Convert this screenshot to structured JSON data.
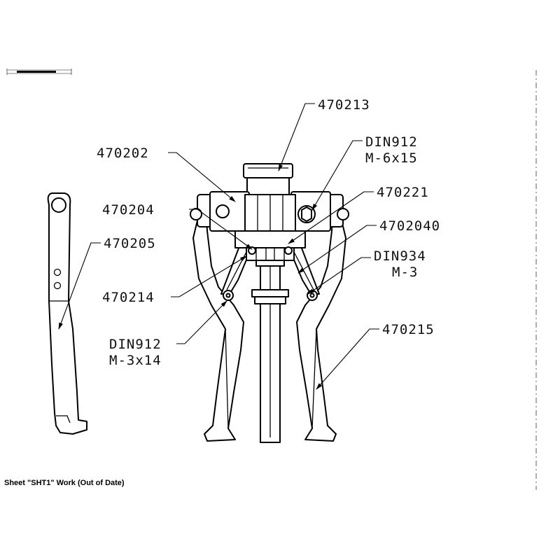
{
  "drawing": {
    "status_bar": "Sheet \"SHT1\" Work (Out of Date)",
    "callouts": {
      "c470213": "470213",
      "c470202": "470202",
      "din912_6x15_a": "DIN912",
      "din912_6x15_b": "M-6x15",
      "c470221": "470221",
      "c470204": "470204",
      "c4702040": "4702040",
      "c470205": "470205",
      "din934_a": "DIN934",
      "din934_b": "M-3",
      "c470214": "470214",
      "din912_3x14_a": "DIN912",
      "din912_3x14_b": "M-3x14",
      "c470215": "470215"
    }
  }
}
